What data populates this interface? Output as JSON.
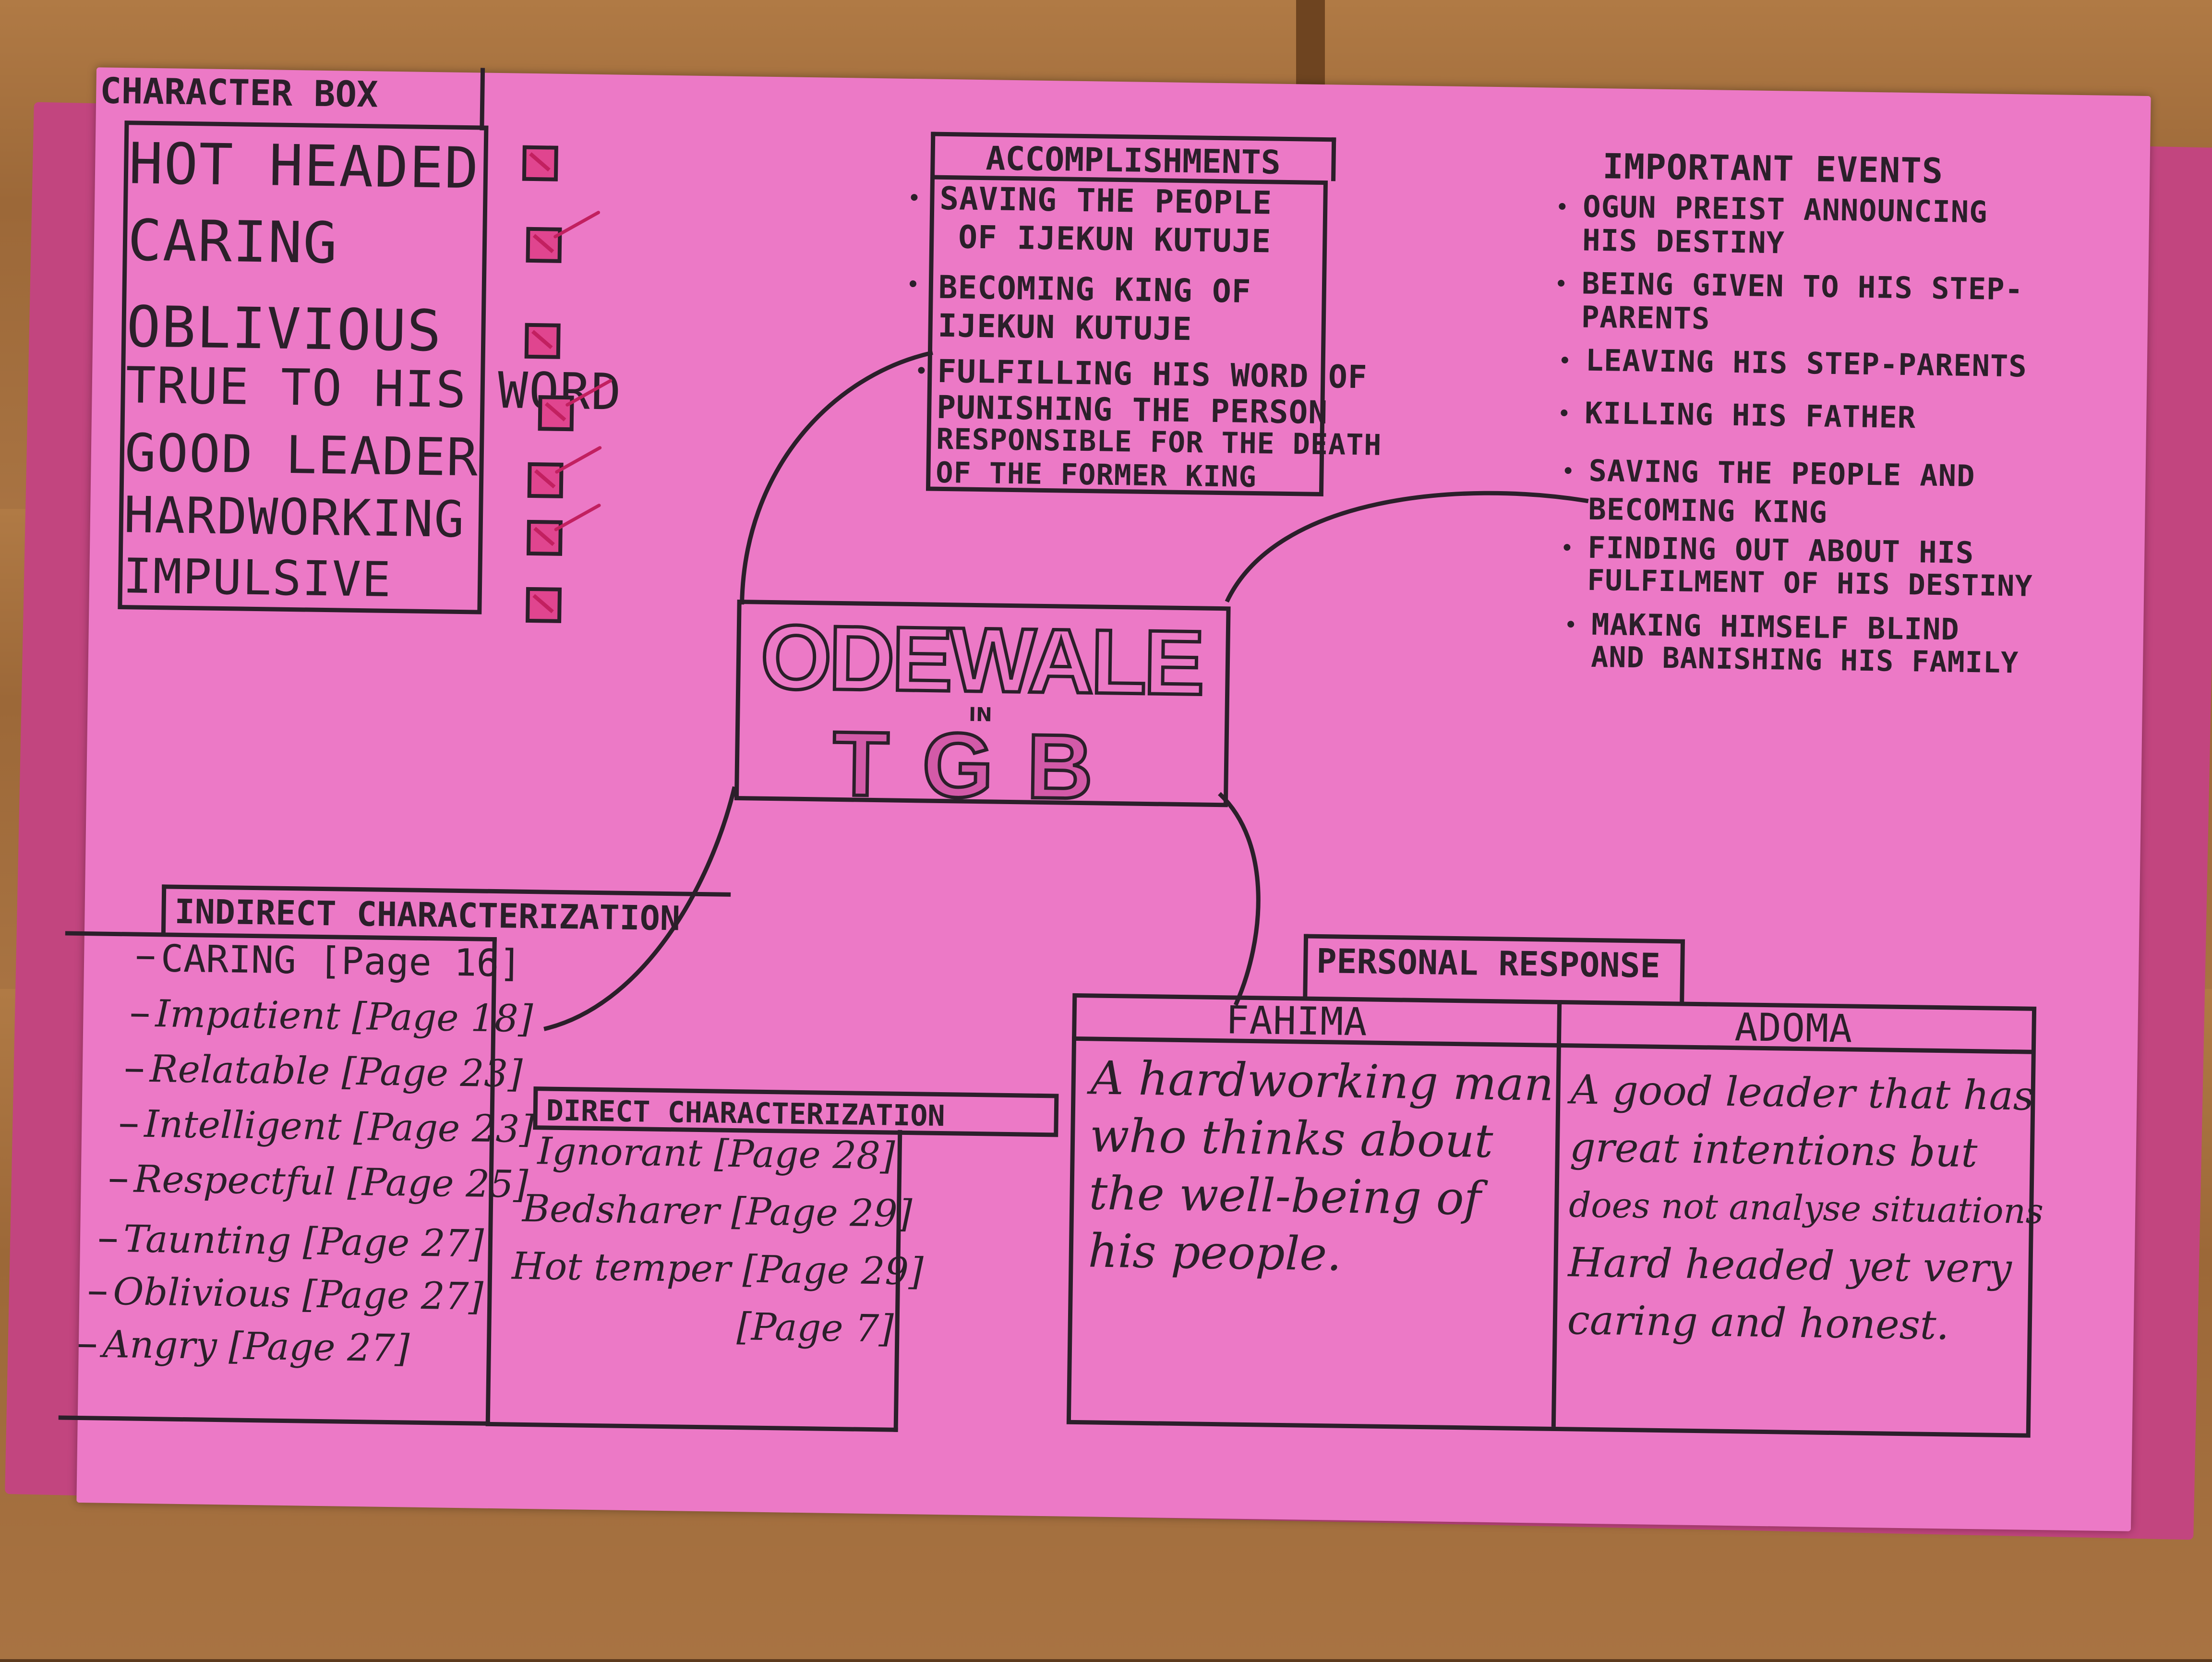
{
  "character_box": {
    "title": "CHARACTER BOX",
    "traits": [
      "HOT HEADED",
      "CARING",
      "OBLIVIOUS",
      "TRUE TO HIS WORD",
      "GOOD LEADER",
      "HARDWORKING",
      "IMPULSIVE"
    ]
  },
  "accomplishments": {
    "title": "ACCOMPLISHMENTS",
    "lines": [
      "SAVING THE PEOPLE",
      "OF IJEKUN KUTUJE",
      "BECOMING KING OF",
      "IJEKUN KUTUJE",
      "FULFILLING HIS WORD OF",
      "PUNISHING THE PERSON",
      "RESPONSIBLE FOR THE DEATH",
      "OF THE FORMER KING"
    ]
  },
  "important_events": {
    "title": "IMPORTANT EVENTS",
    "lines": [
      "OGUN PREIST ANNOUNCING",
      "HIS DESTINY",
      "BEING GIVEN TO HIS STEP-",
      "PARENTS",
      "LEAVING HIS STEP-PARENTS",
      "KILLING HIS FATHER",
      "SAVING THE PEOPLE AND",
      "BECOMING KING",
      "FINDING OUT ABOUT HIS",
      "FULFILMENT OF HIS DESTINY",
      "MAKING HIMSELF BLIND",
      "AND BANISHING HIS FAMILY"
    ]
  },
  "center": {
    "name": "ODEWALE",
    "in": "IN",
    "book": "TGB"
  },
  "indirect": {
    "title": "INDIRECT CHARACTERIZATION",
    "items": [
      "CARING [Page 16]",
      "Impatient [Page 18]",
      "Relatable [Page 23]",
      "Intelligent [Page 23]",
      "Respectful [Page 25]",
      "Taunting [Page 27]",
      "Oblivious [Page 27]",
      "Angry [Page 27]"
    ]
  },
  "direct": {
    "title": "DIRECT CHARACTERIZATION",
    "items": [
      "Ignorant [Page 28]",
      "Bedsharer [Page 29]",
      "Hot temper [Page 29]",
      "[Page 7]"
    ]
  },
  "personal_response": {
    "title": "PERSONAL RESPONSE",
    "fahima": {
      "name": "FAHIMA",
      "lines": [
        "A hardworking man",
        "who thinks about",
        "the well-being of",
        "his people."
      ]
    },
    "adoma": {
      "name": "ADOMA",
      "lines": [
        "A good leader that has",
        "great intentions but",
        "does not analyse situations",
        "Hard headed yet very",
        "caring and honest."
      ]
    }
  },
  "colors": {
    "paper": "#ec79c6",
    "ink": "#2b1f2a",
    "check": "#c22060",
    "desk": "#9c6838"
  }
}
